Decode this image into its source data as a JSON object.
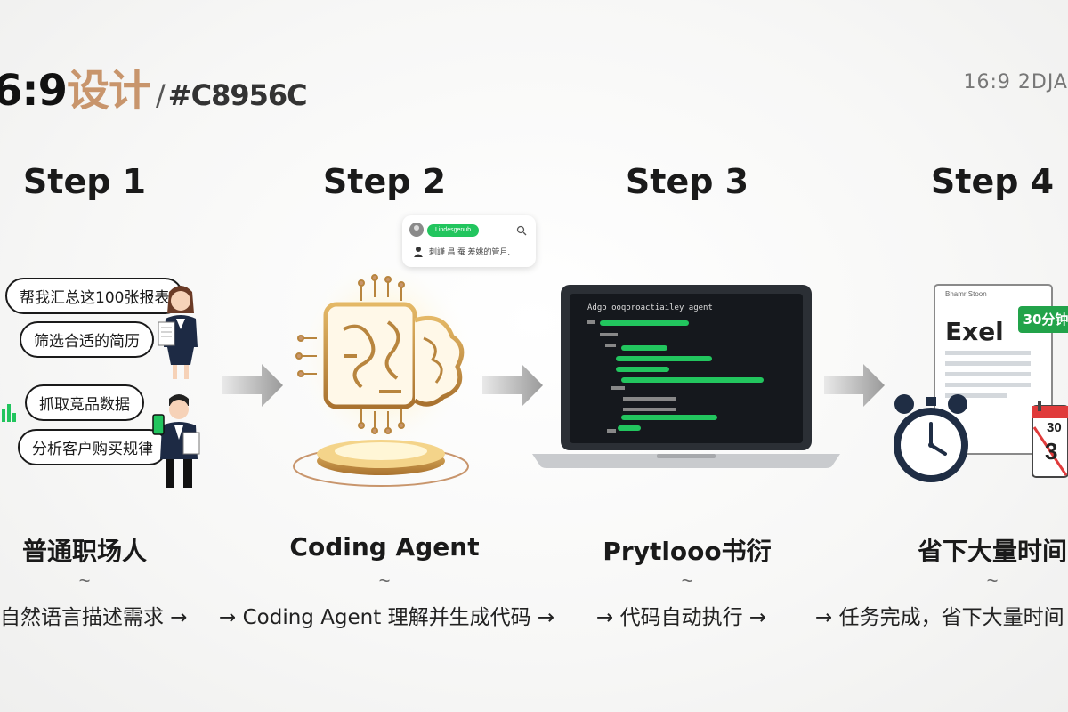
{
  "header": {
    "title_num": "6:9",
    "title_cn": "设计",
    "title_slash": "/",
    "title_hex": "#C8956C",
    "right_text": "16:9  2DJA"
  },
  "steps": [
    {
      "label": "Step 1",
      "caption": "普通职场人",
      "tilde": "~",
      "desc": "自然语言描述需求 →"
    },
    {
      "label": "Step 2",
      "caption": "Coding Agent",
      "tilde": "~",
      "desc": "→ Coding Agent 理解并生成代码 →"
    },
    {
      "label": "Step 3",
      "caption": "Prytlooo书衍",
      "tilde": "~",
      "desc": "→ 代码自动执行 →"
    },
    {
      "label": "Step 4",
      "caption": "省下大量时间",
      "tilde": "~",
      "desc": "→ 任务完成，省下大量时间"
    }
  ],
  "step1_bubbles": [
    "帮我汇总这100张报表",
    "筛选合适的简历",
    "抓取竞品数据",
    "分析客户购买规律"
  ],
  "step2_chat": {
    "pill": "Lindesgenub",
    "line": "刺謹 昌 蚕 差姚的管月."
  },
  "step3_laptop": {
    "header": "Adgo ooqoroactiailey agent"
  },
  "step4": {
    "excel_mini": "Bhamr Stoon",
    "excel_word": "Exel",
    "badge": "30分钟",
    "cal_top": "30",
    "cal_big": "3"
  },
  "colors": {
    "accent_gold": "#C8956C",
    "code_green": "#22c55e",
    "excel_green": "#22a34a",
    "calendar_red": "#e03b3b"
  }
}
